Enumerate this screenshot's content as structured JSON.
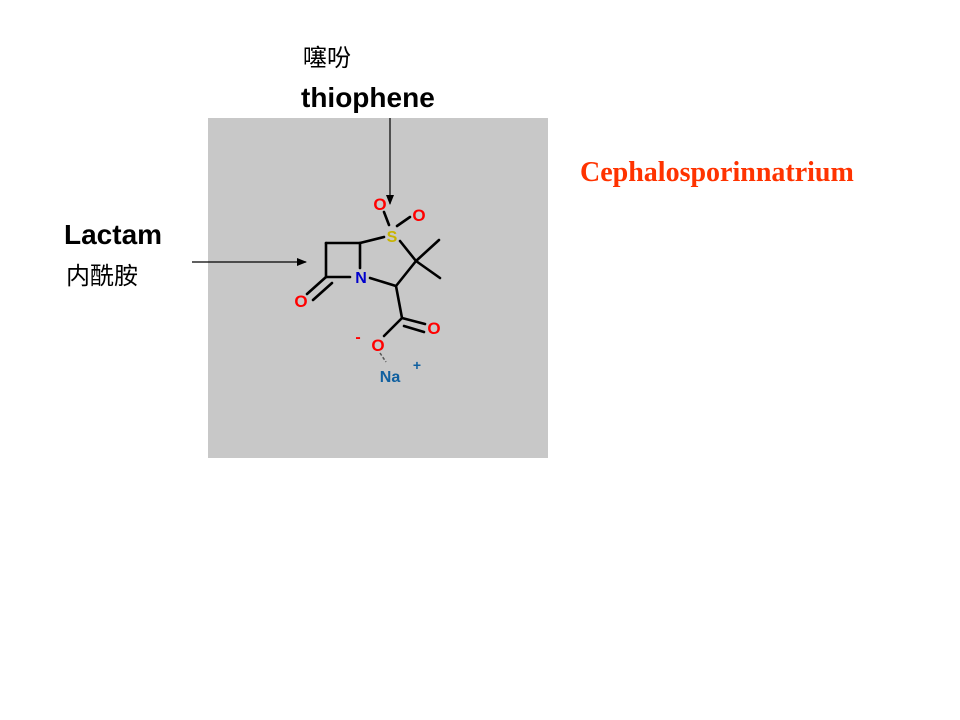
{
  "labels": {
    "thiophene_cn": "噻吩",
    "thiophene_en": "thiophene",
    "lactam_en": "Lactam",
    "lactam_cn": "内酰胺"
  },
  "compound": {
    "name": "Cephalosporinnatrium",
    "color": "#ff3300"
  },
  "atoms": {
    "sulfur": "S",
    "nitrogen": "N",
    "oxygen": "O",
    "sodium": "Na",
    "minus_charge": "-",
    "plus_charge": "+"
  },
  "colors": {
    "panel": "#c8c8c8",
    "oxygen": "#ff0000",
    "sulfur": "#c8b400",
    "nitrogen": "#0000cc",
    "sodium": "#1060a0"
  }
}
